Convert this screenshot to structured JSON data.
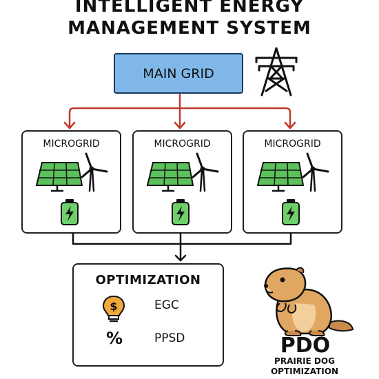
{
  "title": {
    "line1": "INTELLIGENT ENERGY",
    "line2": "MANAGEMENT SYSTEM"
  },
  "main_grid": {
    "label": "MAIN GRID",
    "icon": "transmission-tower-icon"
  },
  "microgrids": [
    {
      "label": "MICROGRID",
      "icons": [
        "solar-panel-icon",
        "wind-turbine-icon",
        "battery-icon"
      ]
    },
    {
      "label": "MICROGRID",
      "icons": [
        "solar-panel-icon",
        "wind-turbine-icon",
        "battery-icon"
      ]
    },
    {
      "label": "MICROGRID",
      "icons": [
        "solar-panel-icon",
        "wind-turbine-icon",
        "battery-icon"
      ]
    }
  ],
  "optimization": {
    "title": "OPTIMIZATION",
    "items": [
      {
        "icon": "dollar-lightbulb-icon",
        "label": "EGC"
      },
      {
        "icon": "percent-icon",
        "symbol": "%",
        "label": "PPSD"
      }
    ]
  },
  "pdo": {
    "acronym": "PDO",
    "line1": "PRAIRIE DOG",
    "line2": "OPTIMIZATION",
    "icon": "prairie-dog-icon"
  },
  "colors": {
    "main_grid_fill": "#7fb8e8",
    "arrow_red": "#c0392b",
    "solar_green": "#5cc15a",
    "battery_green": "#6fcf6a"
  }
}
